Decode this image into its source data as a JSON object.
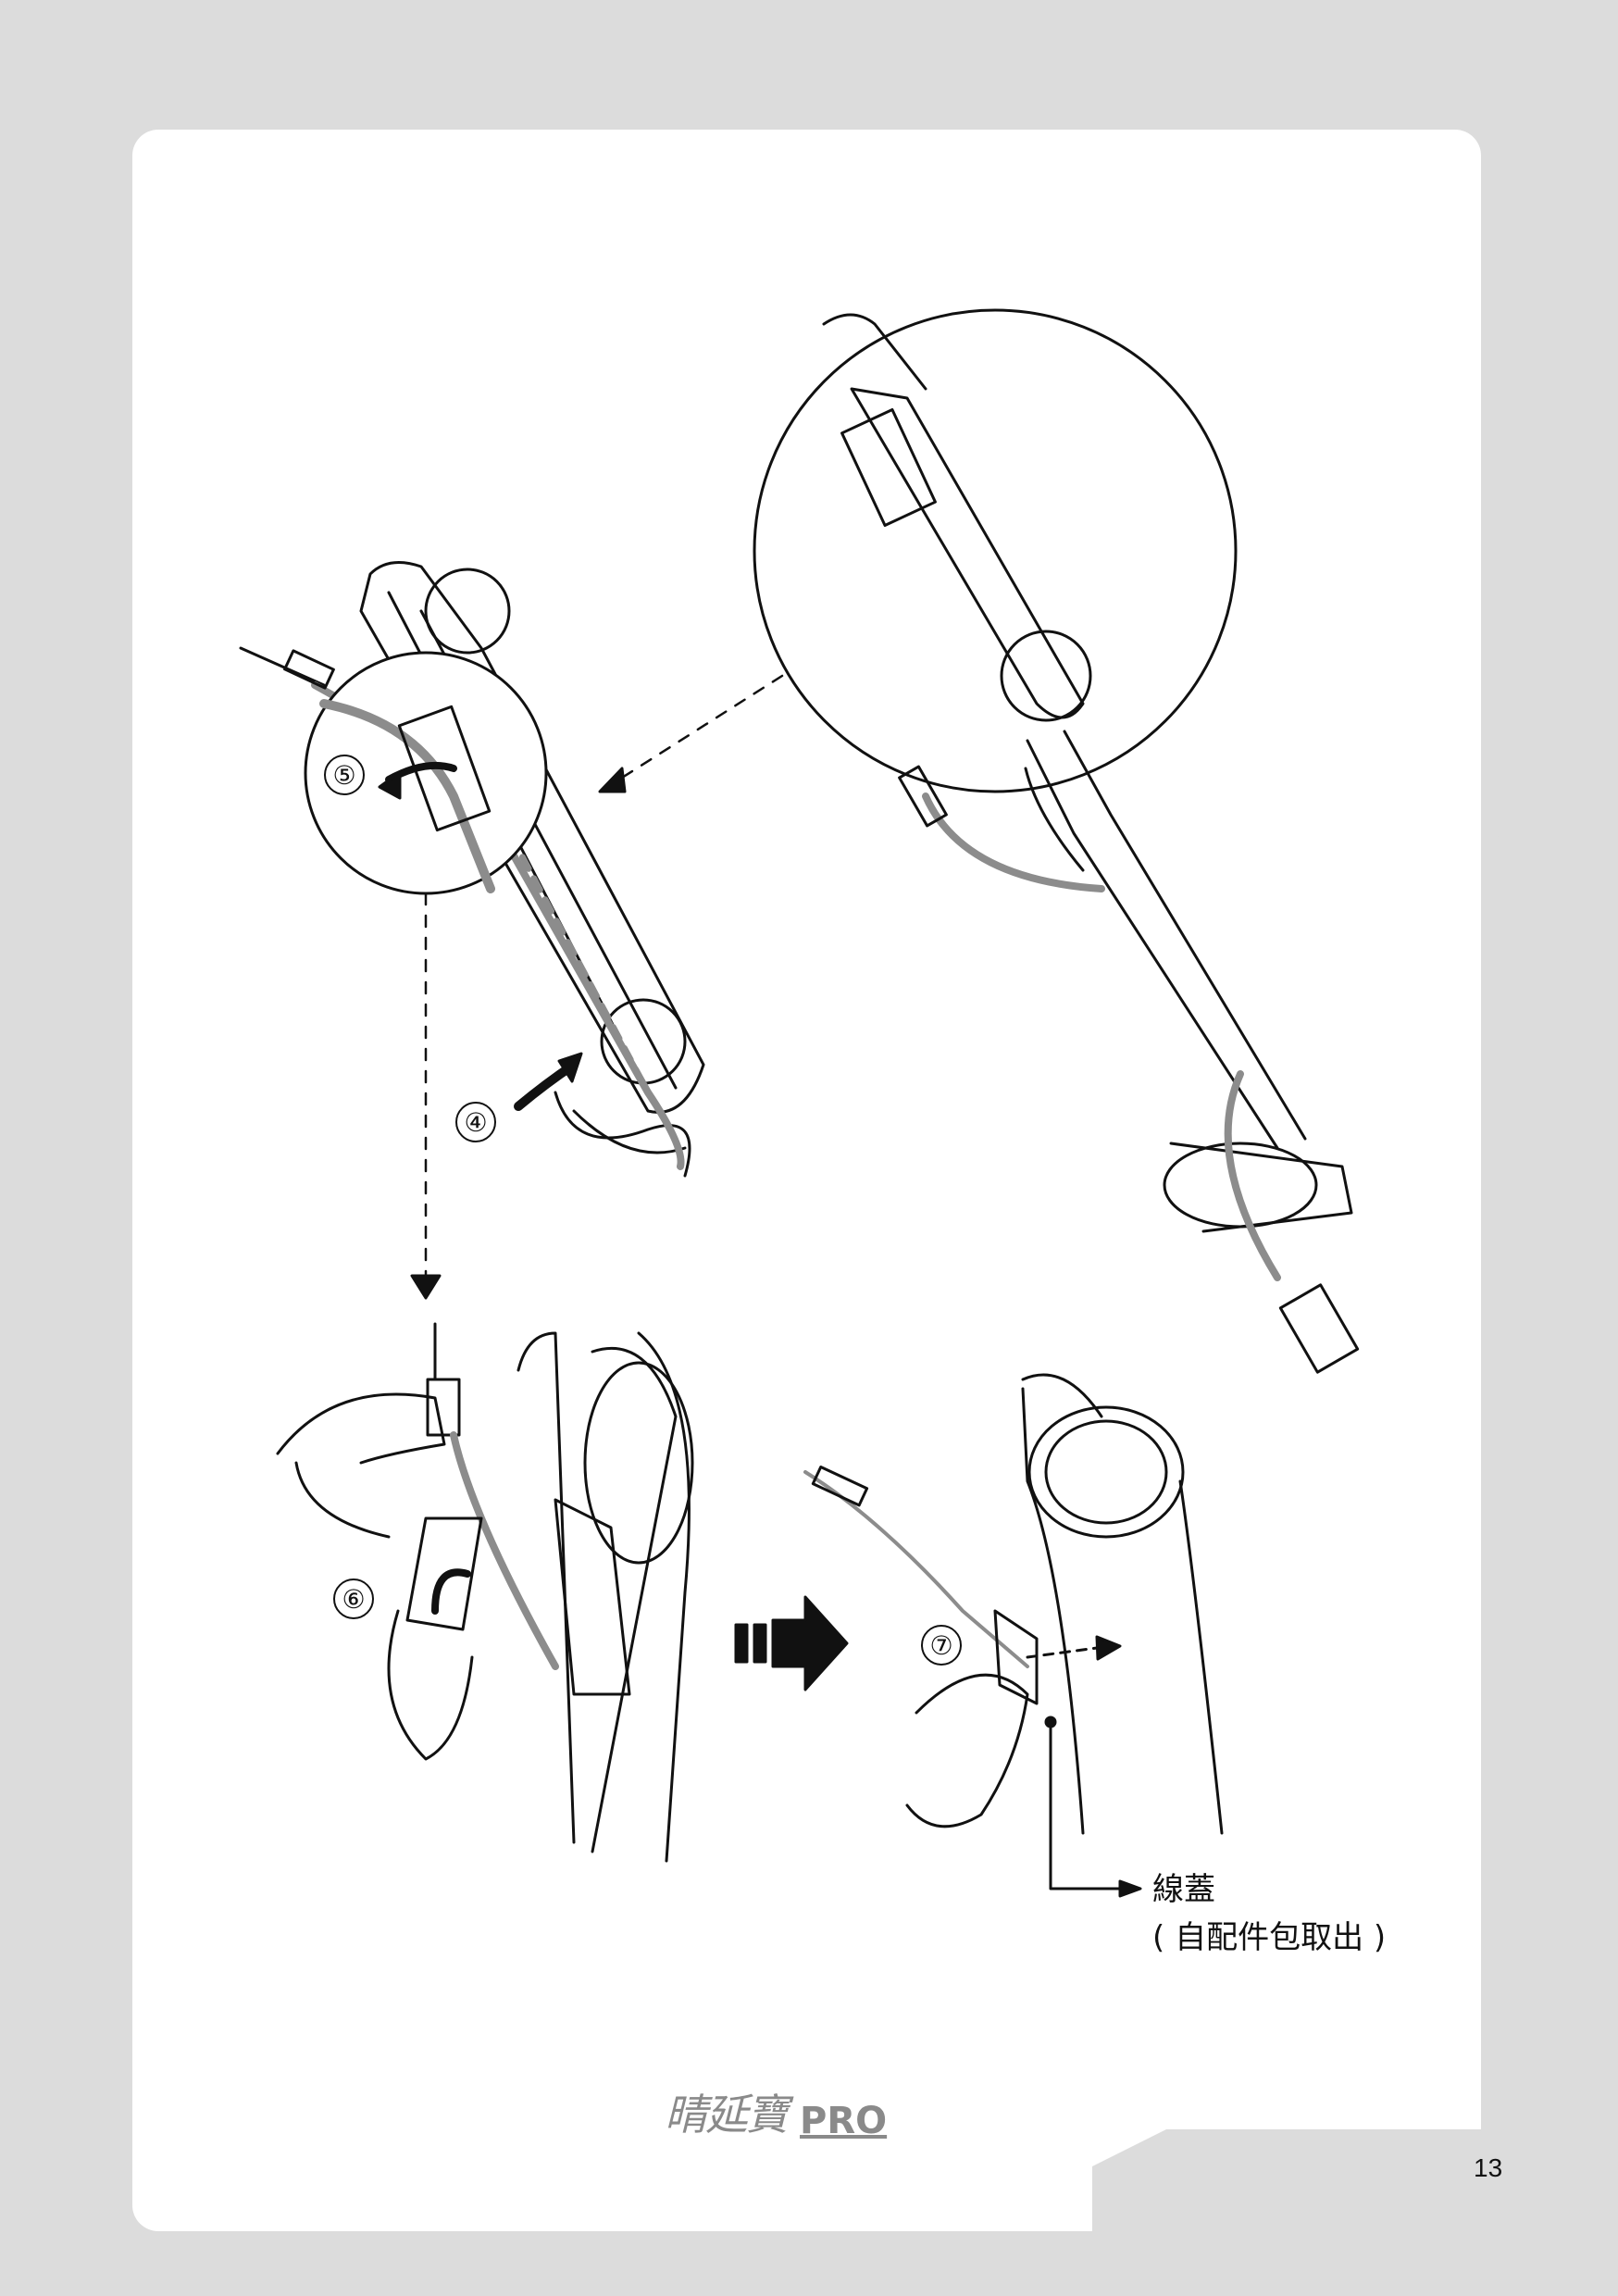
{
  "steps": [
    {
      "id": "4",
      "label": "④"
    },
    {
      "id": "5",
      "label": "⑤"
    },
    {
      "id": "6",
      "label": "⑥"
    },
    {
      "id": "7",
      "label": "⑦"
    }
  ],
  "callout": {
    "line1": "線蓋",
    "line2": "( 自配件包取出 )"
  },
  "footer": {
    "logo_cn": "晴延寶",
    "logo_pro": "PRO",
    "page_number": "13"
  },
  "colors": {
    "page_background": "#dcdcdc",
    "card": "#ffffff",
    "line_art": "#111111",
    "cable": "#8c8c8c"
  }
}
